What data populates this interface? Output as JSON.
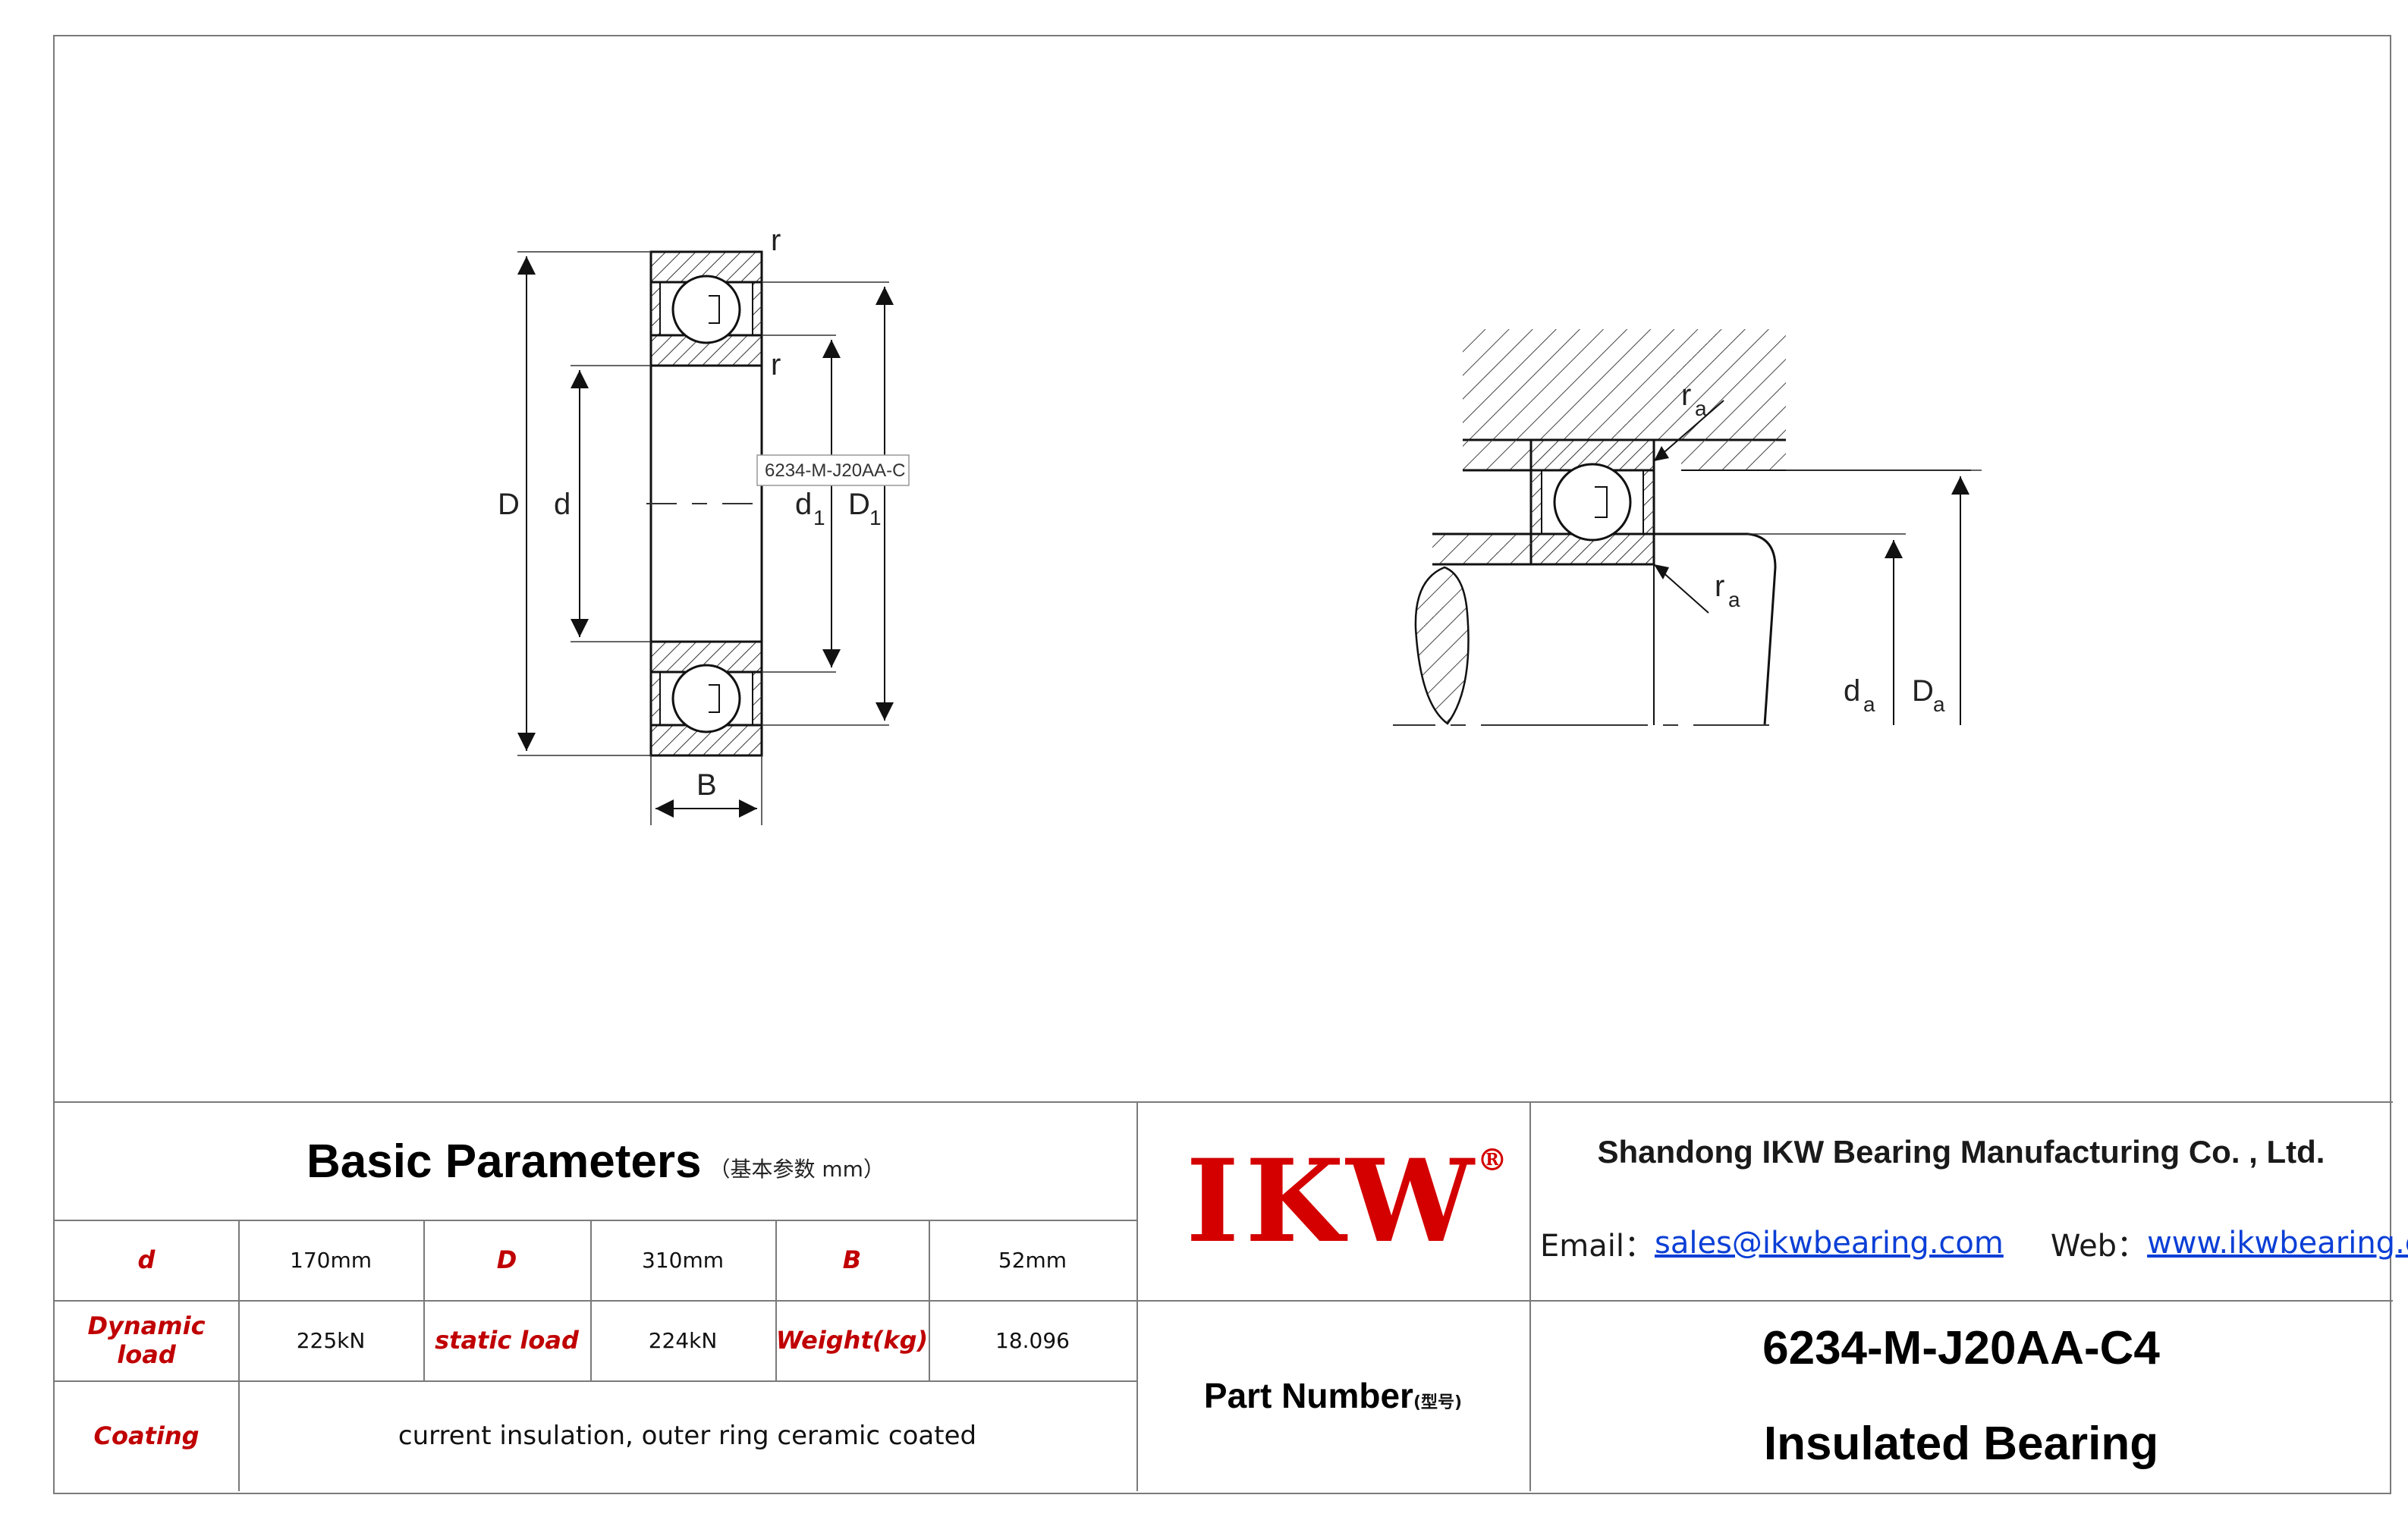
{
  "drawing": {
    "left_labels": {
      "outer_diameter": "D",
      "bore": "d",
      "d1_main": "d",
      "d1_sub": "1",
      "D1_main": "D",
      "D1_sub": "1",
      "width": "B",
      "radius_top": "r",
      "radius_mid": "r"
    },
    "callout_text": "6234-M-J20AA-C",
    "right_labels": {
      "ra_top_main": "r",
      "ra_top_sub": "a",
      "ra_bottom_main": "r",
      "ra_bottom_sub": "a",
      "da_main": "d",
      "da_sub": "a",
      "Da_main": "D",
      "Da_sub": "a"
    }
  },
  "params": {
    "title": "Basic Parameters",
    "title_sub": "（基本参数 mm）",
    "row1": {
      "d_label": "d",
      "d_value": "170mm",
      "D_label": "D",
      "D_value": "310mm",
      "B_label": "B",
      "B_value": "52mm"
    },
    "row2": {
      "dyn_label": "Dynamic load",
      "dyn_value": "225kN",
      "static_label": "static load",
      "static_value": "224kN",
      "weight_label": "Weight(kg)",
      "weight_value": "18.096"
    },
    "row3": {
      "coating_label": "Coating",
      "coating_value": "current insulation, outer ring ceramic coated"
    }
  },
  "brand": {
    "logo": "IKW",
    "registered": "®",
    "part_number_label": "Part Number",
    "part_number_sub": "(型号)"
  },
  "company": {
    "name": "Shandong IKW Bearing Manufacturing Co. , Ltd.",
    "email_label": "Email：",
    "email": "sales@ikwbearing.com",
    "web_label": "Web：",
    "web": "www.ikwbearing.com",
    "part_number": "6234-M-J20AA-C4",
    "product_type": "Insulated Bearing"
  },
  "colors": {
    "label_red": "#c00000",
    "logo_red": "#d40000",
    "link_blue": "#0b3fd6",
    "border_gray": "#7a7a7a"
  }
}
